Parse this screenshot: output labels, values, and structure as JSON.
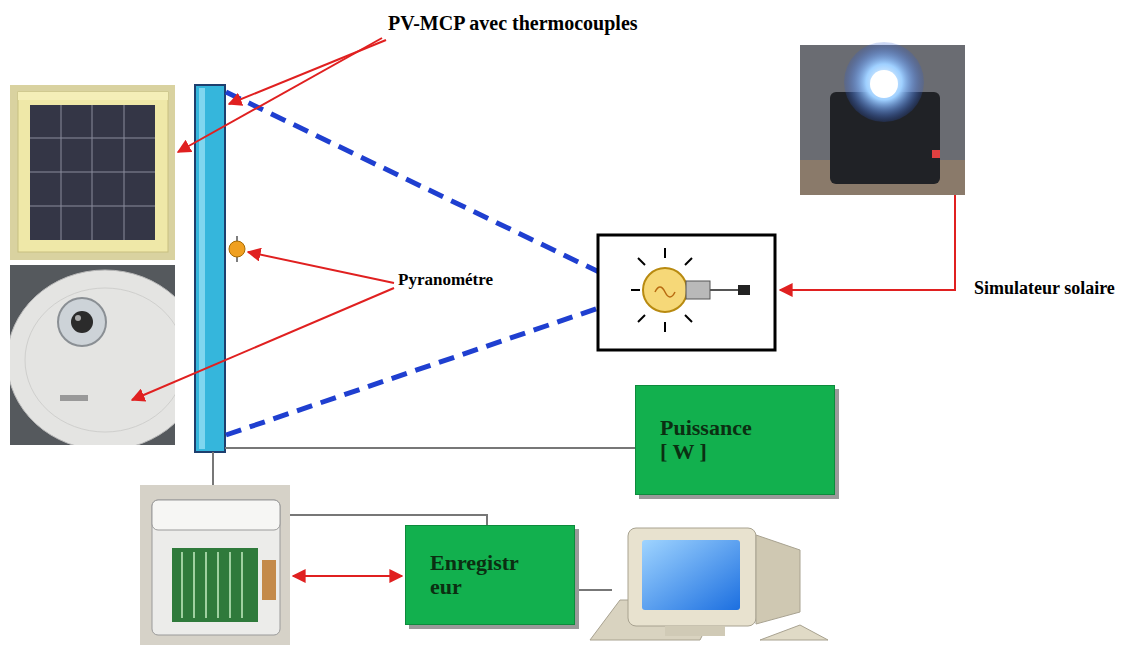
{
  "diagram": {
    "nodes": [
      {
        "text": [
          "Puissance [ W ]"
        ]
      },
      {
        "text": [
          "Enregistr eur"
        ]
      }
    ],
    "labels": [
      "PV-MCP avec thermocouples",
      "Pyranométre",
      "Simulateur solaire"
    ]
  }
}
